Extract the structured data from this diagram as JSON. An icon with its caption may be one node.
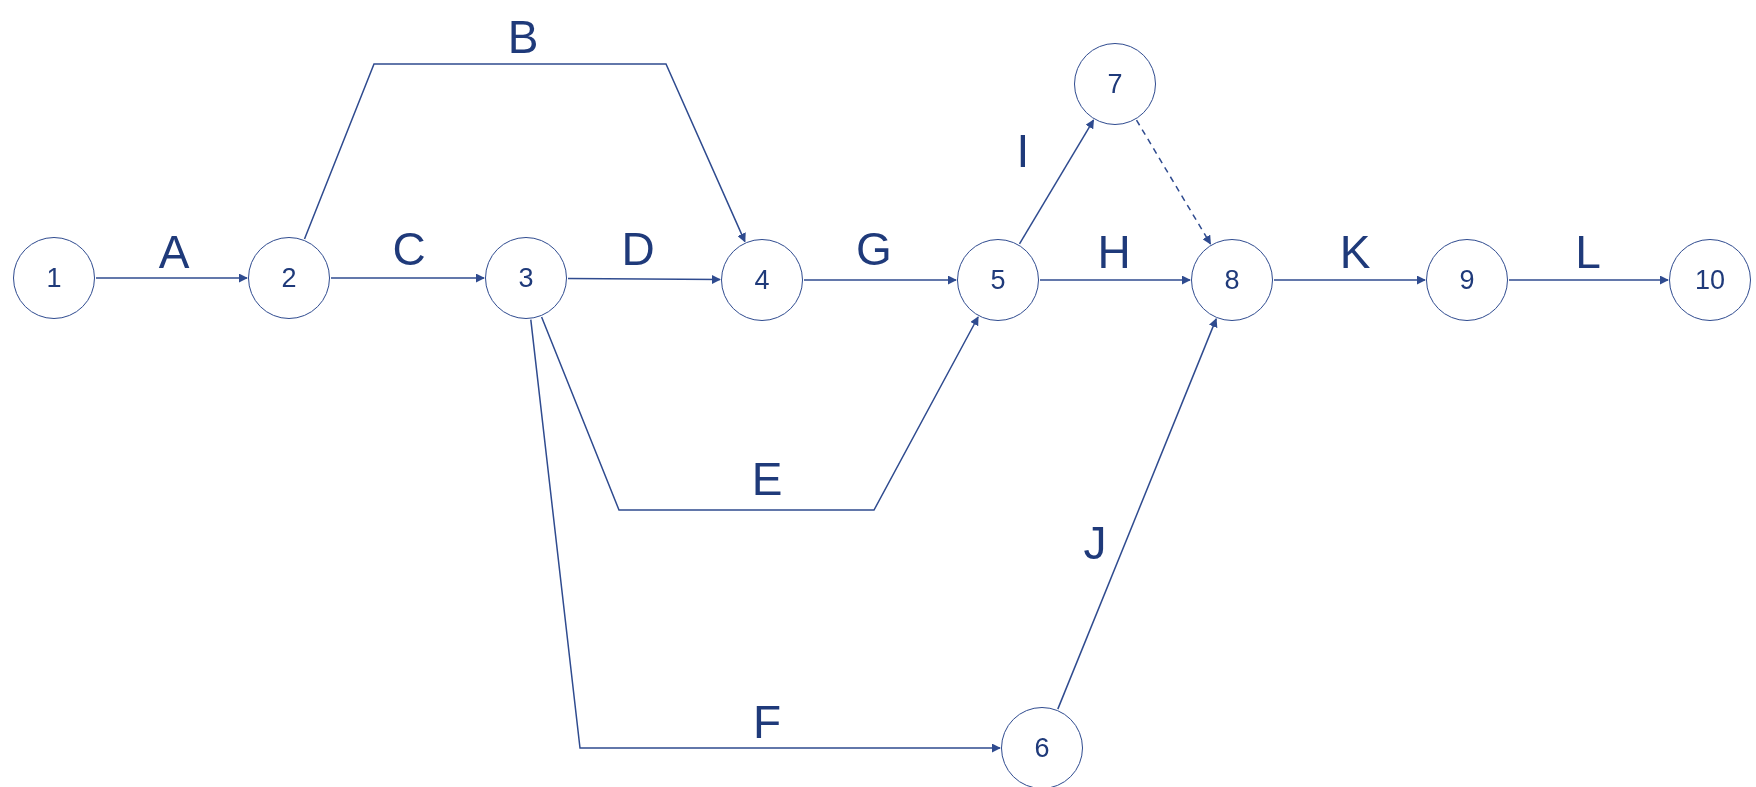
{
  "diagram": {
    "nodes": [
      {
        "text": [
          "1"
        ]
      },
      {
        "text": [
          "2"
        ]
      },
      {
        "text": [
          "3"
        ]
      },
      {
        "text": [
          "4"
        ]
      },
      {
        "text": [
          "5"
        ]
      },
      {
        "text": [
          "6"
        ]
      },
      {
        "text": [
          "7"
        ]
      },
      {
        "text": [
          "8"
        ]
      },
      {
        "text": [
          "9"
        ]
      },
      {
        "text": [
          "10"
        ]
      }
    ],
    "edges": [
      {
        "from": 0,
        "to": 1,
        "arrow": "to",
        "label": "A"
      },
      {
        "from": 1,
        "to": 3,
        "arrow": "to",
        "label": "B"
      },
      {
        "from": 1,
        "to": 2,
        "arrow": "to",
        "label": "C"
      },
      {
        "from": 2,
        "to": 3,
        "arrow": "to",
        "label": "D"
      },
      {
        "from": 3,
        "to": 4,
        "arrow": "to",
        "label": "G"
      },
      {
        "from": 2,
        "to": 4,
        "arrow": "to",
        "label": "E"
      },
      {
        "from": 2,
        "to": 5,
        "arrow": "to",
        "label": "F"
      },
      {
        "from": 4,
        "to": 6,
        "arrow": "to",
        "label": "I"
      },
      {
        "from": 4,
        "to": 7,
        "arrow": "to",
        "label": "H"
      },
      {
        "from": 6,
        "to": 7,
        "arrow": "to",
        "style": "dashed"
      },
      {
        "from": 5,
        "to": 7,
        "arrow": "to",
        "label": "J"
      },
      {
        "from": 7,
        "to": 8,
        "arrow": "to",
        "label": "K"
      },
      {
        "from": 8,
        "to": 9,
        "arrow": "to",
        "label": "L"
      }
    ]
  }
}
